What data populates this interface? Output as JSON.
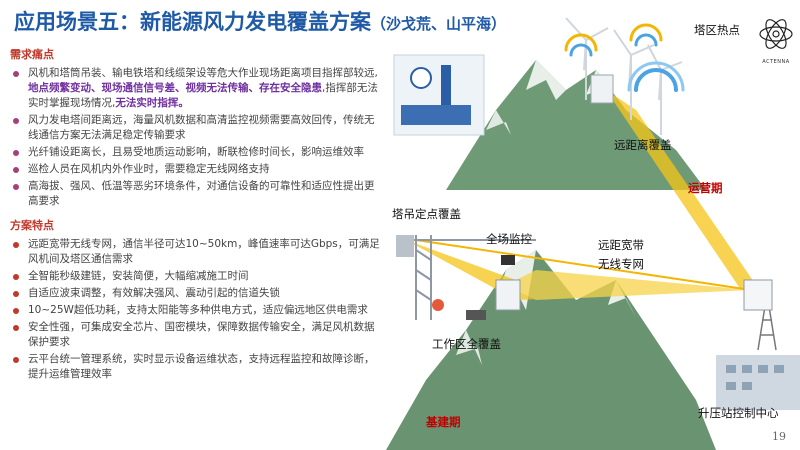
{
  "header": {
    "title": "应用场景五：新能源风力发电覆盖方案",
    "subtitle": "（沙戈荒、山平海）"
  },
  "logo": {
    "text": "ACTENNA"
  },
  "pain_points": {
    "heading": "需求痛点",
    "items": [
      {
        "pre": "风机和塔筒吊装、输电铁塔和线缆架设等危大作业现场距离项目指挥部较远,",
        "hl1": "地点频繁变动、现场通信信号差、视频无法传输、存在安全隐患",
        "mid": ",指挥部无法实时掌握现场情况,",
        "hl2": "无法实时指挥。"
      },
      {
        "text": "风力发电塔间距离远，海量风机数据和高清监控视频需要高效回传，传统无线通信方案无法满足稳定传输要求"
      },
      {
        "text": "光纤铺设距离长，且易受地质运动影响，断联检修时间长，影响运维效率"
      },
      {
        "text": "巡检人员在风机内外作业时，需要稳定无线网络支持"
      },
      {
        "text": "高海拔、强风、低温等恶劣环境条件，对通信设备的可靠性和适应性提出更高要求"
      }
    ]
  },
  "features": {
    "heading": "方案特点",
    "items": [
      {
        "text": "远距宽带无线专网，通信半径可达10~50km，峰值速率可达Gbps，可满足风机间及塔区通信需求"
      },
      {
        "text": "全智能秒级建链，安装简便，大幅缩减施工时间"
      },
      {
        "text": "自适应波束调整，有效解决强风、震动引起的信道失锁"
      },
      {
        "text": "10~25W超低功耗，支持太阳能等多种供电方式，适应偏远地区供电需求"
      },
      {
        "text": "安全性强，可集成安全芯片、国密模块，保障数据传输安全，满足风机数据保护要求"
      },
      {
        "text": "云平台统一管理系统，实时显示设备运维状态，支持远程监控和故障诊断，提升运维管理效率"
      }
    ]
  },
  "diagram": {
    "tower_hotspot": "塔区热点",
    "remote_coverage": "远距离覆盖",
    "operation_phase": "运营期",
    "crane_coverage": "塔吊定点覆盖",
    "site_monitoring": "全场监控",
    "remote_broadband": "远距宽带",
    "wireless_private_network": "无线专网",
    "work_zone_coverage": "工作区全覆盖",
    "construction_phase": "基建期",
    "substation_control": "升压站控制中心"
  },
  "footer": {
    "page_number": "19"
  },
  "colors": {
    "title": "#1f5aa6",
    "heading_red": "#c0392b",
    "highlight_purple": "#7030a0",
    "bullet": "#a4407a",
    "mountain": "#6a9471",
    "beam_yellow": "#f5c518",
    "wifi_blue": "#4ba3e3",
    "wifi_yellow": "#f2b705"
  }
}
